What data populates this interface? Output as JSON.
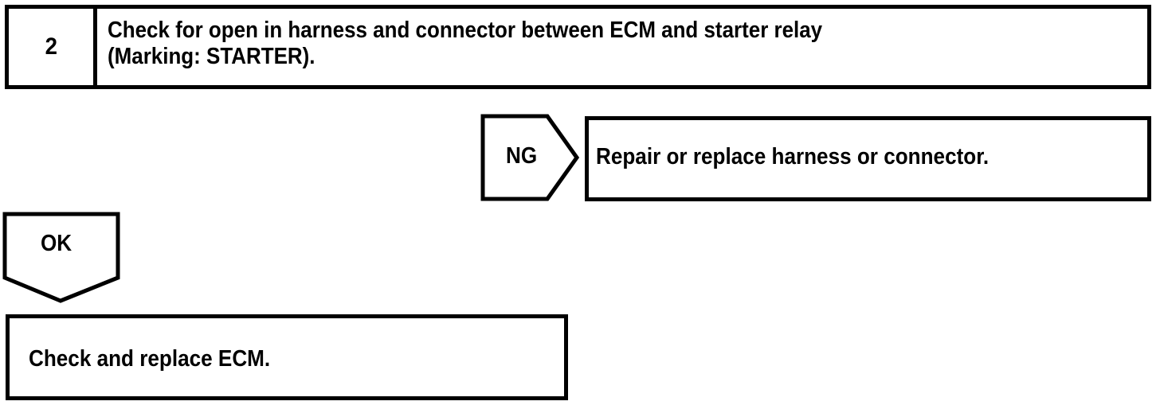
{
  "document": {
    "type": "diagnostic-flowchart",
    "colors": {
      "ink": "#000000",
      "paper": "#ffffff"
    }
  },
  "step": {
    "number": "2",
    "description_line1": "Check for open in harness and connector between ECM and starter relay",
    "description_line2": "(Marking: STARTER)."
  },
  "branches": {
    "ng": {
      "label": "NG",
      "result": "Repair or replace harness or connector."
    },
    "ok": {
      "label": "OK",
      "result": "Check and replace ECM."
    }
  }
}
